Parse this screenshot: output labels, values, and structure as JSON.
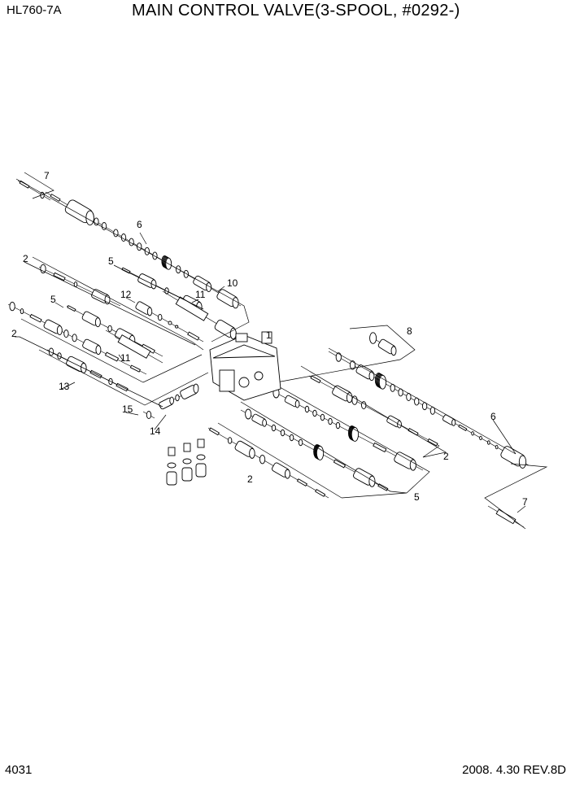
{
  "header": {
    "model": "HL760-7A",
    "title": "MAIN CONTROL VALVE(3-SPOOL, #0292-)"
  },
  "footer": {
    "page_number": "4031",
    "revision": "2008. 4.30  REV.8D"
  },
  "callouts": {
    "c7a": "7",
    "c6a": "6",
    "c2a": "2",
    "c5a": "5",
    "c10": "10",
    "c12": "12",
    "c11a": "11",
    "c5b": "5",
    "c2b": "2",
    "c1": "1",
    "c11b": "11",
    "c13": "13",
    "c15": "15",
    "c14": "14",
    "c8": "8",
    "c6b": "6",
    "c2c": "2",
    "c2d": "2",
    "c5c": "5",
    "c7b": "7"
  }
}
